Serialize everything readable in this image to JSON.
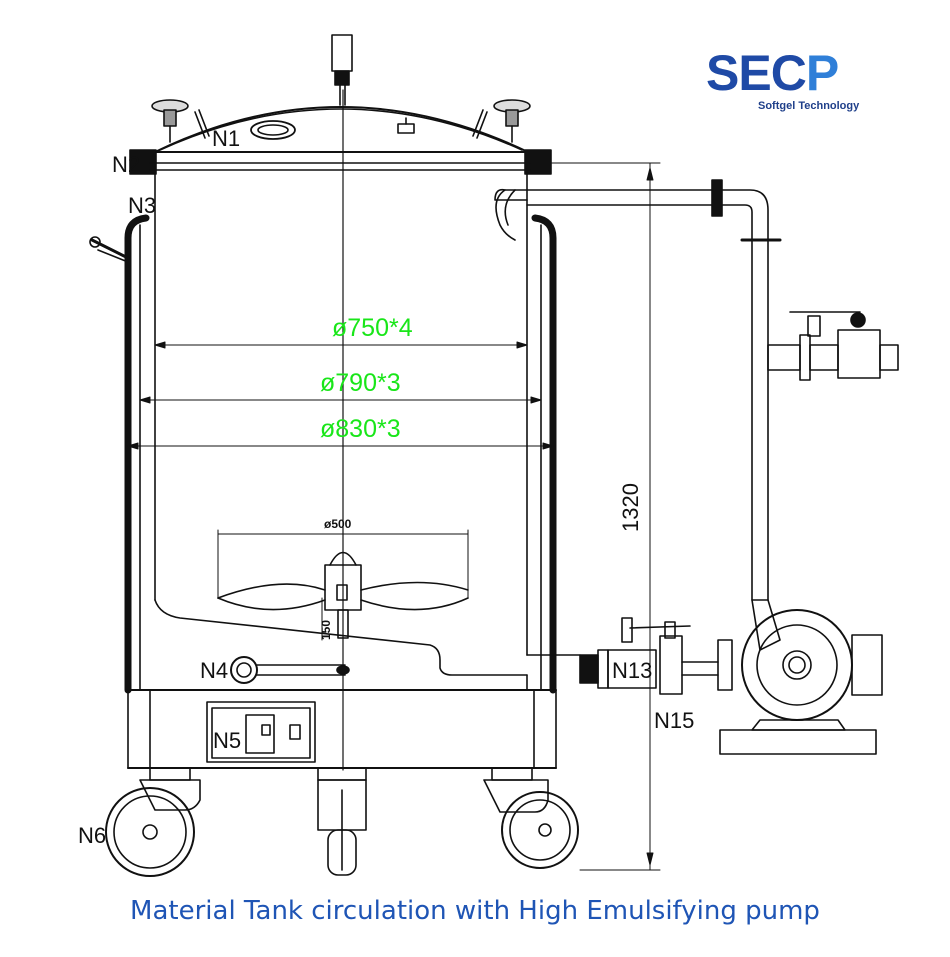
{
  "logo": {
    "word_main": "SEC",
    "word_accent": "P",
    "subtitle": "Softgel Technology",
    "colors": {
      "main": "#1f4aa6",
      "accent": "#2f7fd8"
    }
  },
  "caption": "Material Tank circulation with High Emulsifying pump",
  "dimensions": {
    "d1": "ø750*4",
    "d2": "ø790*3",
    "d3": "ø830*3",
    "agitator_dia": "ø500",
    "agitator_height": "150",
    "tank_height": "1320",
    "color": "#19e619"
  },
  "nozzles": {
    "n1": "N1",
    "n2": "N2",
    "n3": "N3",
    "n4": "N4",
    "n5": "N5",
    "n6": "N6",
    "n13": "N13",
    "n15": "N15"
  }
}
